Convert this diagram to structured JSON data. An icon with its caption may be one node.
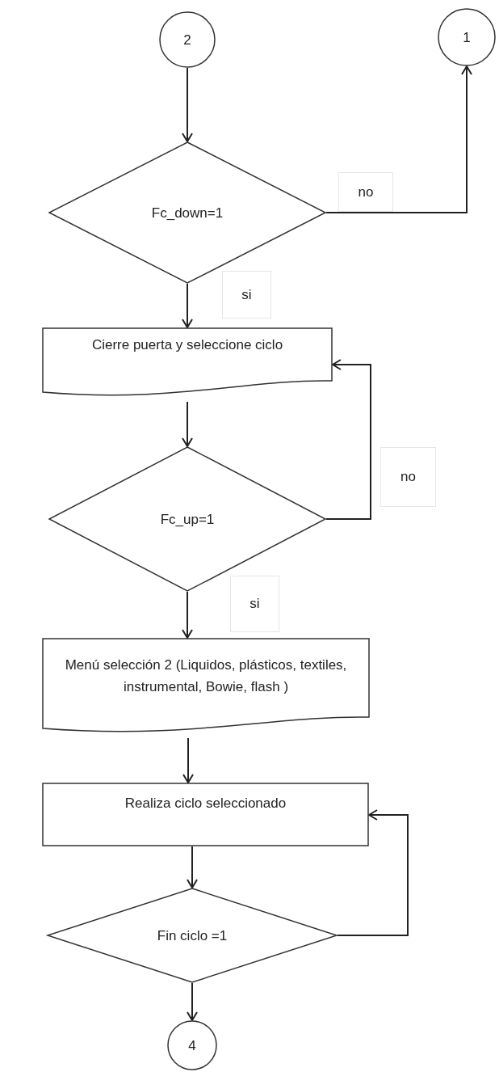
{
  "diagram": {
    "nodes": [
      {
        "text": [
          "2"
        ]
      },
      {
        "text": [
          "1"
        ]
      },
      {
        "text": [
          "Fc_down=1"
        ]
      },
      {
        "text": [
          "Cierre puerta y seleccione ciclo"
        ]
      },
      {
        "text": [
          "Fc_up=1"
        ]
      },
      {
        "text": [
          "Menú selección 2 (Liquidos, plásticos, textiles, instrumental, Bowie, flash )"
        ]
      },
      {
        "text": [
          "Realiza ciclo seleccionado"
        ]
      },
      {
        "text": [
          "Fin ciclo =1"
        ]
      },
      {
        "text": [
          "4"
        ]
      }
    ],
    "edges": [
      {
        "from": 0,
        "to": 2,
        "arrow": "to"
      },
      {
        "from": 2,
        "to": 1,
        "arrow": "to",
        "label": "no"
      },
      {
        "from": 2,
        "to": 3,
        "arrow": "to",
        "label": "si"
      },
      {
        "from": 3,
        "to": 4,
        "arrow": "to"
      },
      {
        "from": 4,
        "to": 3,
        "arrow": "to",
        "label": "no"
      },
      {
        "from": 4,
        "to": 5,
        "arrow": "to",
        "label": "si"
      },
      {
        "from": 5,
        "to": 6,
        "arrow": "to"
      },
      {
        "from": 6,
        "to": 7,
        "arrow": "to"
      },
      {
        "from": 7,
        "to": 6,
        "arrow": "to"
      },
      {
        "from": 7,
        "to": 8,
        "arrow": "to"
      }
    ]
  }
}
